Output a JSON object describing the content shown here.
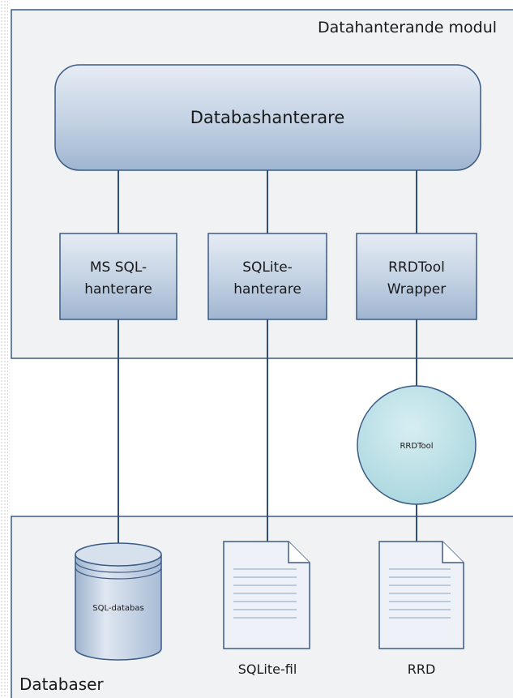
{
  "modules": {
    "data_module_label": "Datahanterande modul",
    "databases_label": "Databaser"
  },
  "nodes": {
    "db_manager": "Databashanterare",
    "mssql_handler_line1": "MS SQL-",
    "mssql_handler_line2": "hanterare",
    "sqlite_handler_line1": "SQLite-",
    "sqlite_handler_line2": "hanterare",
    "rrdtool_wrapper_line1": "RRDTool",
    "rrdtool_wrapper_line2": "Wrapper",
    "rrdtool": "RRDTool",
    "sql_database": "SQL-databas",
    "sqlite_file": "SQLite-fil",
    "rrd": "RRD"
  },
  "colors": {
    "module_fill": "#f1f2f4",
    "border": "#3b5a86",
    "box_top": "#e3e9f2",
    "box_bottom": "#9db3cf",
    "circle_fill": "#bde1e7",
    "connector": "#2f4f7a"
  },
  "icons": [
    "database-cylinder-icon",
    "document-icon"
  ]
}
